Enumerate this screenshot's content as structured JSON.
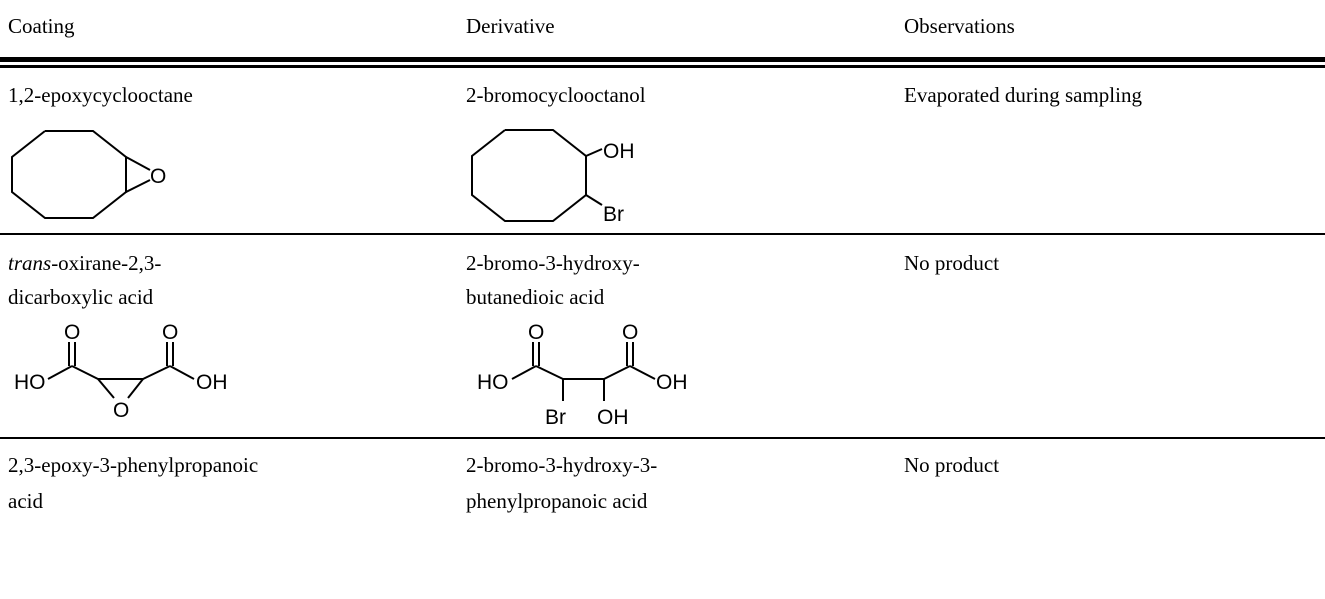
{
  "table": {
    "headers": [
      "Coating",
      "Derivative",
      "Observations"
    ],
    "rows": [
      {
        "coating_lines": [
          "1,2-epoxycyclooctane"
        ],
        "derivative_lines": [
          "2-bromocyclooctanol"
        ],
        "observation": "Evaporated during sampling",
        "coating_atoms": [
          "O"
        ],
        "derivative_atoms": [
          "OH",
          "Br"
        ]
      },
      {
        "coating_prefix": "trans",
        "coating_lines": [
          "-oxirane-2,3-",
          "dicarboxylic acid"
        ],
        "derivative_lines": [
          "2-bromo-3-hydroxy-",
          "butanedioic acid"
        ],
        "observation": "No product",
        "coating_atoms": [
          "O",
          "O",
          "HO",
          "OH",
          "O"
        ],
        "derivative_atoms": [
          "O",
          "O",
          "HO",
          "OH",
          "Br",
          "OH"
        ]
      },
      {
        "coating_lines": [
          "2,3-epoxy-3-phenylpropanoic",
          "acid"
        ],
        "derivative_lines": [
          "2-bromo-3-hydroxy-3-",
          "phenylpropanoic acid"
        ],
        "observation": "No product"
      }
    ]
  }
}
